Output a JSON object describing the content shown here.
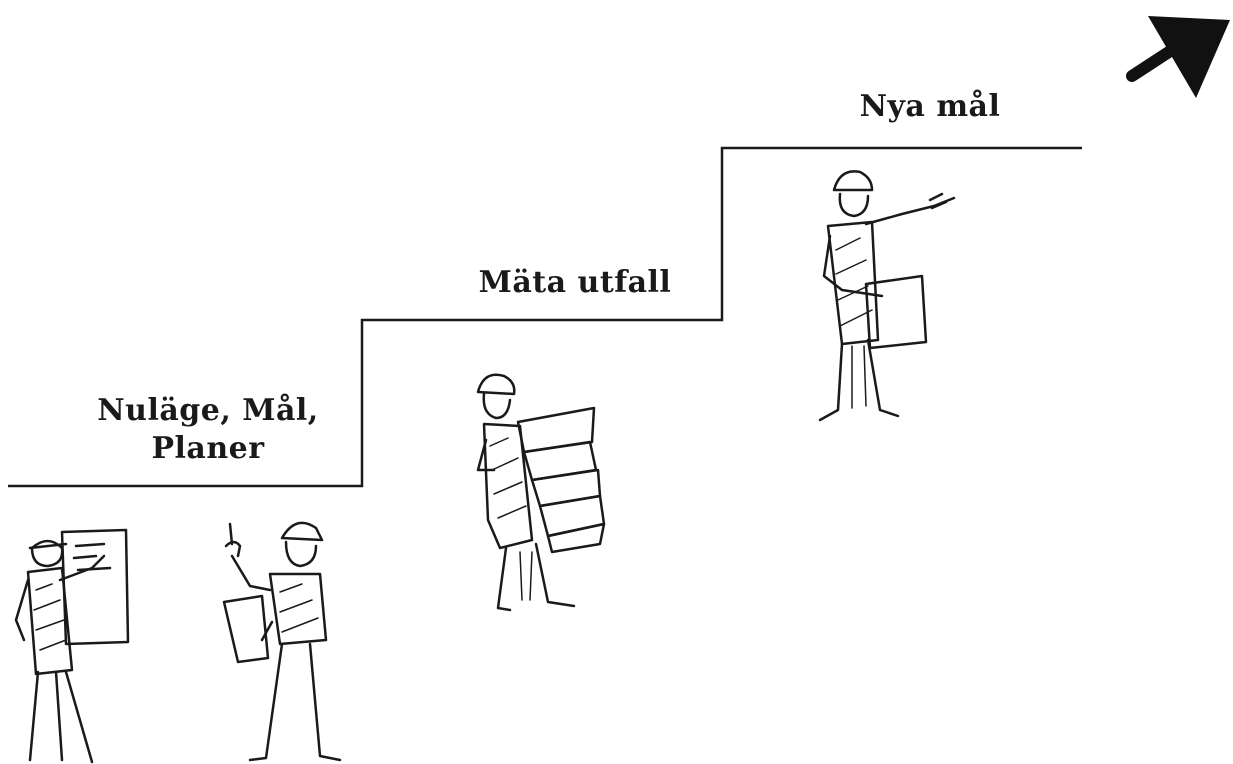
{
  "steps": [
    {
      "label_line1": "Nuläge, Mål,",
      "label_line2": "Planer"
    },
    {
      "label_line1": "Mäta utfall"
    },
    {
      "label_line1": "Nya mål"
    }
  ],
  "icons": {
    "arrow": "arrow-up-right-icon",
    "figures": [
      "worker-writing-on-board",
      "worker-pointing-up",
      "worker-carrying-stack",
      "worker-pointing-forward"
    ]
  },
  "colors": {
    "ink": "#1a1a1a",
    "background": "#ffffff"
  }
}
